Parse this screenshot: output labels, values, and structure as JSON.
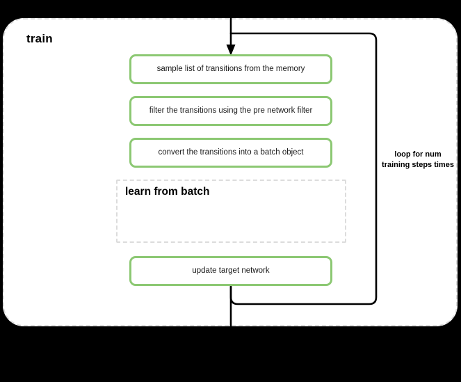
{
  "diagram": {
    "type": "flowchart",
    "group": {
      "title": "train",
      "border_style": "dashed",
      "border_color": "#dcdcdc"
    },
    "nodes": [
      {
        "id": "sample",
        "label": "sample list of transitions from the memory",
        "shape": "rounded-rect",
        "border_color": "#8cc873"
      },
      {
        "id": "filter",
        "label": "filter the transitions using the pre network filter",
        "shape": "rounded-rect",
        "border_color": "#8cc873"
      },
      {
        "id": "convert",
        "label": "convert the transitions into a batch object",
        "shape": "rounded-rect",
        "border_color": "#8cc873"
      },
      {
        "id": "update",
        "label": "update target network",
        "shape": "rounded-rect",
        "border_color": "#8cc873"
      }
    ],
    "subgroup": {
      "title": "learn from batch",
      "border_style": "dashed",
      "border_color": "#dcdcdc"
    },
    "annotations": [
      {
        "id": "loop-label",
        "text": "loop for num training steps times"
      }
    ],
    "edges": [
      {
        "from": "entry",
        "to": "sample",
        "style": "arrow"
      },
      {
        "from": "update",
        "to": "exit",
        "style": "line"
      },
      {
        "from": "update",
        "to": "sample",
        "style": "loop-back"
      }
    ],
    "colors": {
      "node_border": "#8cc873",
      "group_border": "#dcdcdc",
      "connector": "#000000",
      "background": "#ffffff",
      "page": "#000000"
    }
  }
}
